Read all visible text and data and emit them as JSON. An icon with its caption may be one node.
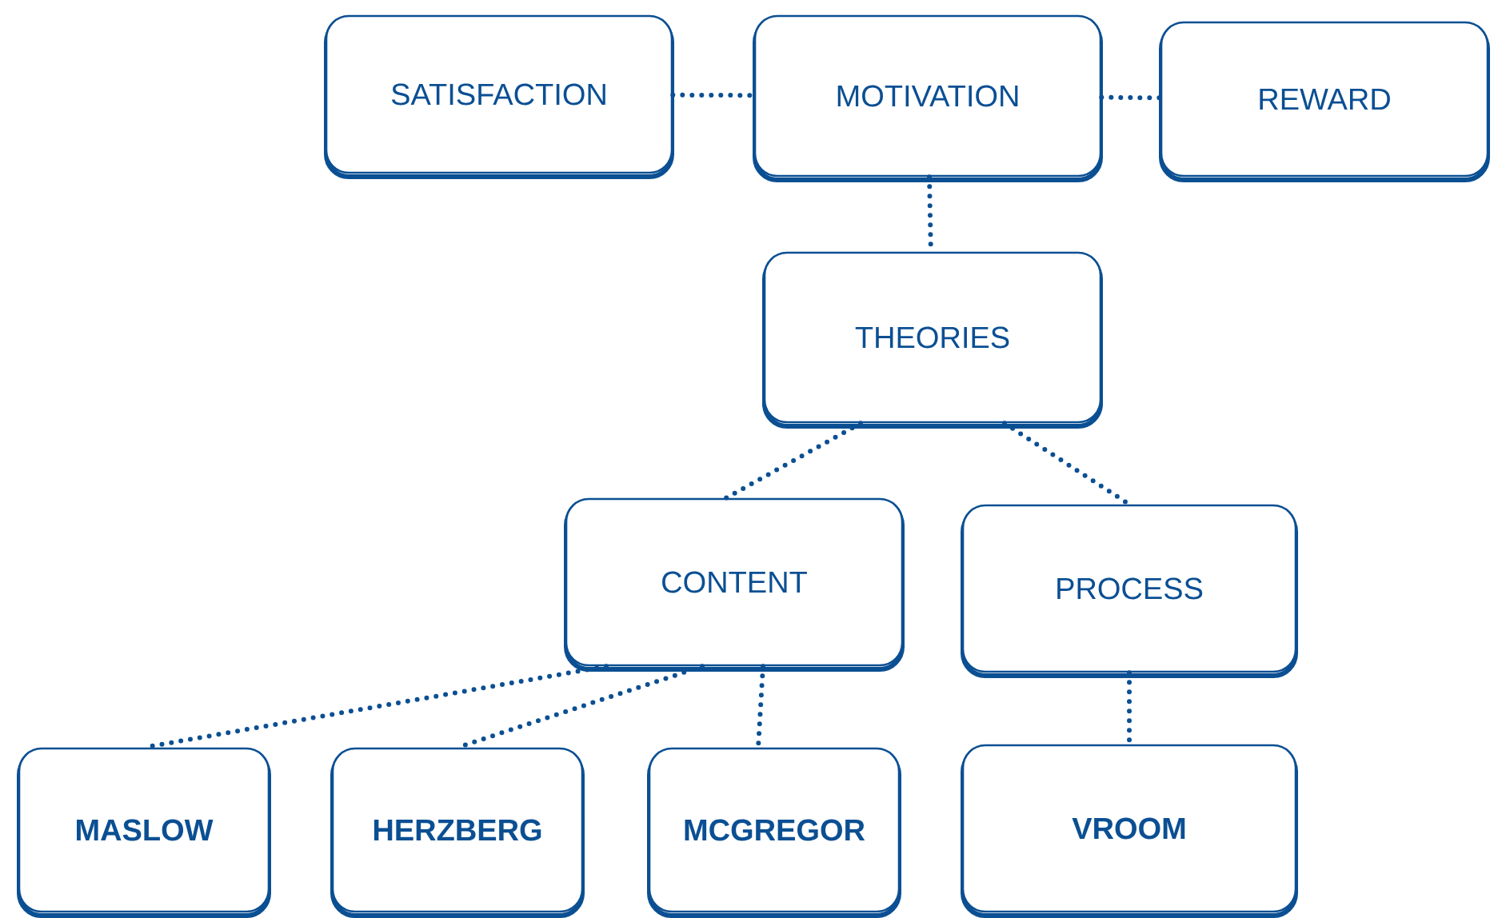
{
  "diagram": {
    "nodes": [
      {
        "text": [
          "SATISFACTION"
        ]
      },
      {
        "text": [
          "MOTIVATION"
        ]
      },
      {
        "text": [
          "REWARD"
        ]
      },
      {
        "text": [
          "THEORIES"
        ]
      },
      {
        "text": [
          "CONTENT"
        ]
      },
      {
        "text": [
          "PROCESS"
        ]
      },
      {
        "text": [
          "MASLOW"
        ]
      },
      {
        "text": [
          "HERZBERG"
        ]
      },
      {
        "text": [
          "MCGREGOR"
        ]
      },
      {
        "text": [
          "VROOM"
        ]
      }
    ],
    "edges": [
      {
        "from": 0,
        "to": 1,
        "arrow": "none"
      },
      {
        "from": 1,
        "to": 2,
        "arrow": "none"
      },
      {
        "from": 1,
        "to": 3,
        "arrow": "none"
      },
      {
        "from": 3,
        "to": 4,
        "arrow": "none"
      },
      {
        "from": 3,
        "to": 5,
        "arrow": "none"
      },
      {
        "from": 4,
        "to": 6,
        "arrow": "none"
      },
      {
        "from": 4,
        "to": 7,
        "arrow": "none"
      },
      {
        "from": 4,
        "to": 8,
        "arrow": "none"
      },
      {
        "from": 5,
        "to": 9,
        "arrow": "none"
      }
    ]
  }
}
